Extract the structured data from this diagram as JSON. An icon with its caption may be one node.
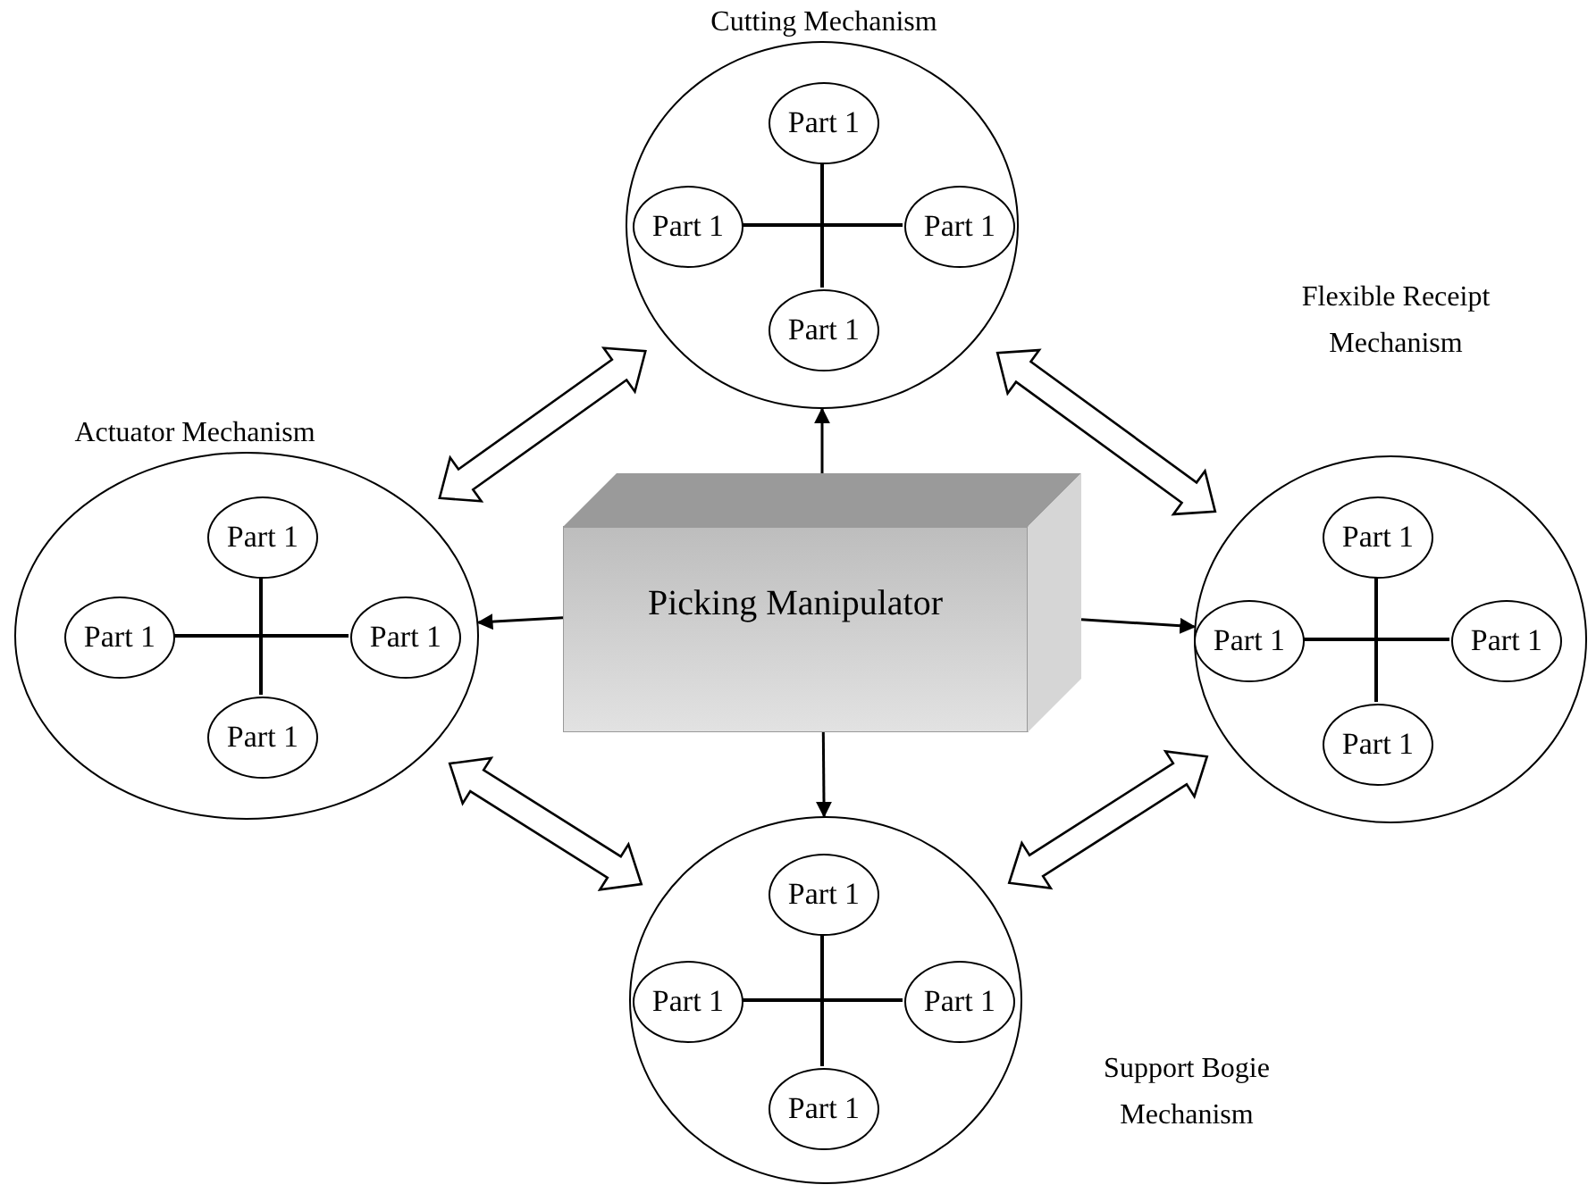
{
  "diagram": {
    "nodes": [
      {
        "text": [
          "Cutting Mechanism"
        ]
      },
      {
        "text": [
          "Part 1"
        ],
        "in": 0
      },
      {
        "text": [
          "Part 1"
        ],
        "in": 0
      },
      {
        "text": [
          "Part 1"
        ],
        "in": 0
      },
      {
        "text": [
          "Part 1"
        ],
        "in": 0
      },
      {
        "text": [
          "Actuator Mechanism"
        ]
      },
      {
        "text": [
          "Part 1"
        ],
        "in": 5
      },
      {
        "text": [
          "Part 1"
        ],
        "in": 5
      },
      {
        "text": [
          "Part 1"
        ],
        "in": 5
      },
      {
        "text": [
          "Part 1"
        ],
        "in": 5
      },
      {
        "text": [
          "Picking Manipulator"
        ]
      },
      {
        "text": [
          "Flexible Receipt Mechanism"
        ]
      },
      {
        "text": [
          "Part 1"
        ],
        "in": 11
      },
      {
        "text": [
          "Part 1"
        ],
        "in": 11
      },
      {
        "text": [
          "Part 1"
        ],
        "in": 11
      },
      {
        "text": [
          "Part 1"
        ],
        "in": 11
      },
      {
        "text": [
          "Support Bogie Mechanism"
        ]
      },
      {
        "text": [
          "Part 1"
        ],
        "in": 16
      },
      {
        "text": [
          "Part 1"
        ],
        "in": 16
      },
      {
        "text": [
          "Part 1"
        ],
        "in": 16
      },
      {
        "text": [
          "Part 1"
        ],
        "in": 16
      }
    ],
    "edges": [
      {
        "from": 10,
        "to": 0,
        "arrow": "to"
      },
      {
        "from": 10,
        "to": 5,
        "arrow": "to"
      },
      {
        "from": 10,
        "to": 11,
        "arrow": "to"
      },
      {
        "from": 10,
        "to": 16,
        "arrow": "to"
      },
      {
        "from": 5,
        "to": 0,
        "arrow": "both",
        "style": "thick"
      },
      {
        "from": 0,
        "to": 11,
        "arrow": "both",
        "style": "thick"
      },
      {
        "from": 11,
        "to": 16,
        "arrow": "both",
        "style": "thick"
      },
      {
        "from": 16,
        "to": 5,
        "arrow": "both",
        "style": "thick"
      },
      {
        "from": 1,
        "to": 4,
        "arrow": "none"
      },
      {
        "from": 2,
        "to": 3,
        "arrow": "none"
      },
      {
        "from": 6,
        "to": 9,
        "arrow": "none"
      },
      {
        "from": 7,
        "to": 8,
        "arrow": "none"
      },
      {
        "from": 12,
        "to": 15,
        "arrow": "none"
      },
      {
        "from": 13,
        "to": 14,
        "arrow": "none"
      },
      {
        "from": 17,
        "to": 20,
        "arrow": "none"
      },
      {
        "from": 18,
        "to": 19,
        "arrow": "none"
      }
    ]
  }
}
